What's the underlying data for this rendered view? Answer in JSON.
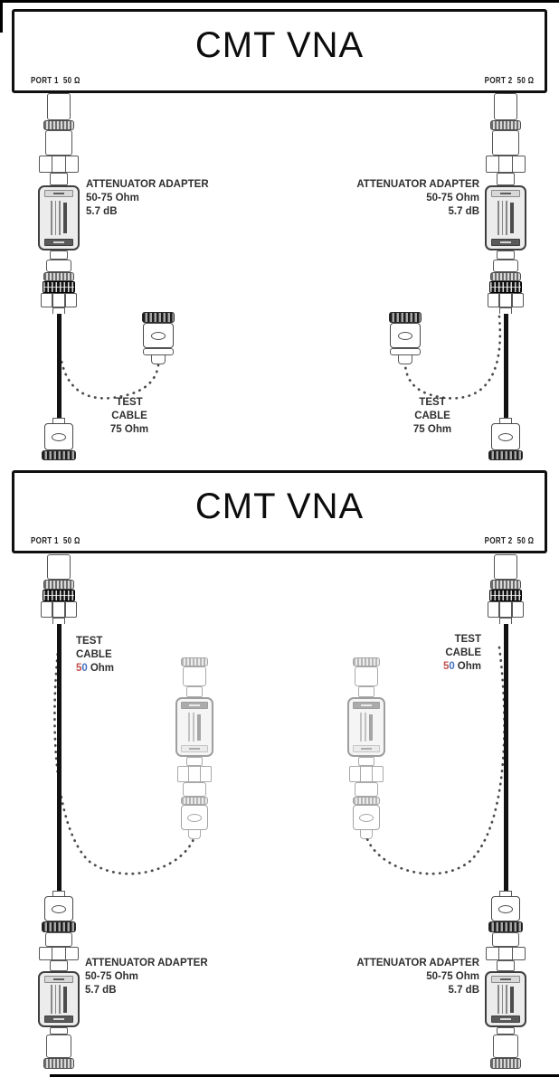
{
  "colors": {
    "ink": "#111111",
    "label_ink": "#2f2f2f",
    "digit_5_accent": "#c0504d",
    "digit_0_accent": "#4472c4",
    "faded_hardware": "#9aa0a0"
  },
  "vna1": {
    "title": "CMT VNA",
    "port1": "PORT 1  50 Ω",
    "port2": "PORT 2  50 Ω"
  },
  "vna2": {
    "title": "CMT VNA",
    "port1": "PORT 1  50 Ω",
    "port2": "PORT 2  50 Ω"
  },
  "top": {
    "att_left": {
      "l1": "ATTENUATOR ADAPTER",
      "l2": "50-75 Ohm",
      "l3": "5.7 dB"
    },
    "att_right": {
      "l1": "ATTENUATOR ADAPTER",
      "l2": "50-75 Ohm",
      "l3": "5.7 dB"
    },
    "cable_left": {
      "l1": "TEST",
      "l2": "CABLE",
      "l3": "75 Ohm"
    },
    "cable_right": {
      "l1": "TEST",
      "l2": "CABLE",
      "l3": "75 Ohm"
    }
  },
  "bottom": {
    "cable_left": {
      "l1": "TEST",
      "l2": "CABLE",
      "d1": "5",
      "d2": "0",
      "suffix": "Ohm"
    },
    "cable_right": {
      "l1": "TEST",
      "l2": "CABLE",
      "d1": "5",
      "d2": "0",
      "suffix": "Ohm"
    },
    "att_left": {
      "l1": "ATTENUATOR ADAPTER",
      "l2": "50-75 Ohm",
      "l3": "5.7 dB"
    },
    "att_right": {
      "l1": "ATTENUATOR ADAPTER",
      "l2": "50-75 Ohm",
      "l3": "5.7 dB"
    }
  }
}
